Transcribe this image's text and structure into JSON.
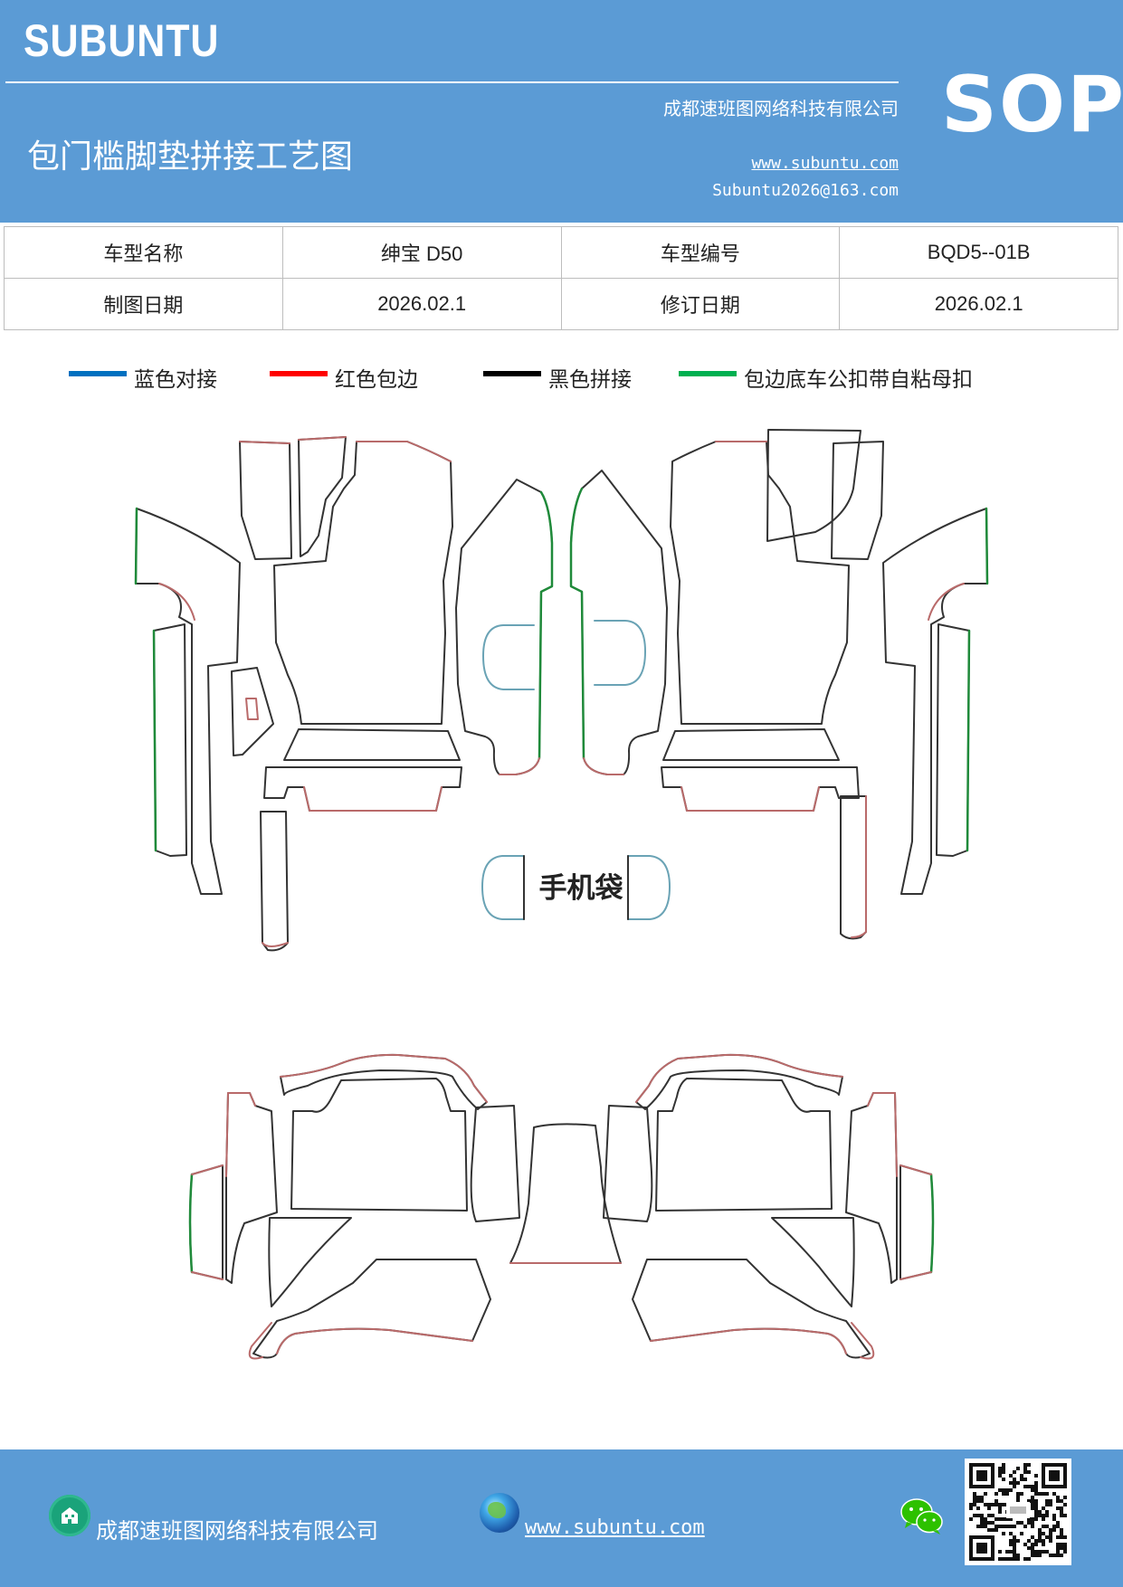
{
  "header": {
    "brand": "SUBUNTU",
    "company": "成都速班图网络科技有限公司",
    "sop": "SOP",
    "title": "包门槛脚垫拼接工艺图",
    "website": "www.subuntu.com",
    "email": "Subuntu2026@163.com"
  },
  "info_table": {
    "row1": {
      "label1": "车型名称",
      "value1": "绅宝 D50",
      "label2": "车型编号",
      "value2": "BQD5--01B"
    },
    "row2": {
      "label1": "制图日期",
      "value1": "2026.02.1",
      "label2": "修订日期",
      "value2": "2026.02.1"
    }
  },
  "legend": [
    {
      "label": "蓝色对接",
      "color": "#0070c0"
    },
    {
      "label": "红色包边",
      "color": "#ff0000"
    },
    {
      "label": "黑色拼接",
      "color": "#000000"
    },
    {
      "label": "包边底车公扣带自粘母扣",
      "color": "#00b050"
    }
  ],
  "drawing": {
    "pocket_label": "手机袋",
    "line_colors": {
      "outline": "#333333",
      "edge": "#b96a6a",
      "butt": "#6aa3b5",
      "velcro": "#1f8a3a"
    }
  },
  "footer": {
    "company": "成都速班图网络科技有限公司",
    "website": "www.subuntu.com",
    "icons": [
      "building-icon",
      "globe-icon",
      "wechat-icon",
      "qr-code"
    ]
  }
}
